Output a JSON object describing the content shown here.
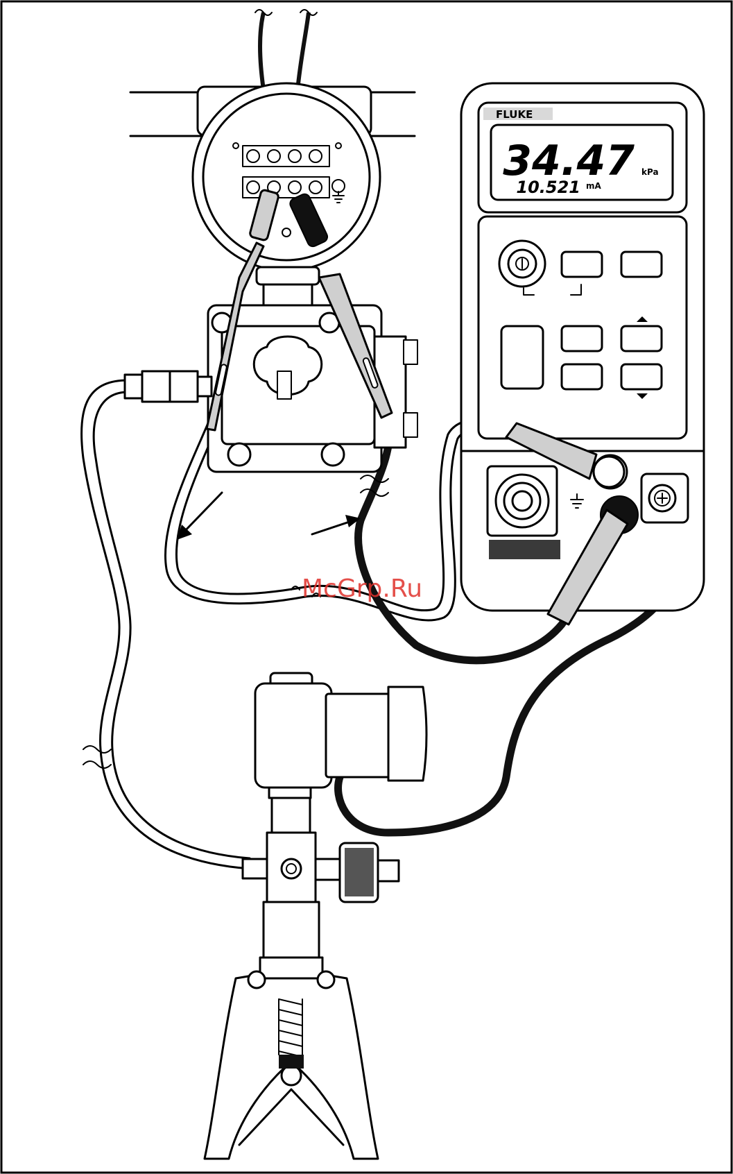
{
  "calibrator": {
    "brand": "FLUKE",
    "primary_reading": "34.47",
    "primary_unit": "kPa",
    "secondary_reading": "10.521",
    "secondary_unit": "mA"
  },
  "watermark": "McGrp.Ru",
  "colors": {
    "line": "#000000",
    "background": "#ffffff",
    "gray_fill": "#cfcfcf",
    "watermark": "#e0312b",
    "lcd_band": "#3a3a3a"
  },
  "icons": {
    "ground": "ground-icon",
    "jack": "jack-icon",
    "power": "power-button-icon",
    "up": "up-arrow-icon",
    "down": "down-arrow-icon"
  }
}
